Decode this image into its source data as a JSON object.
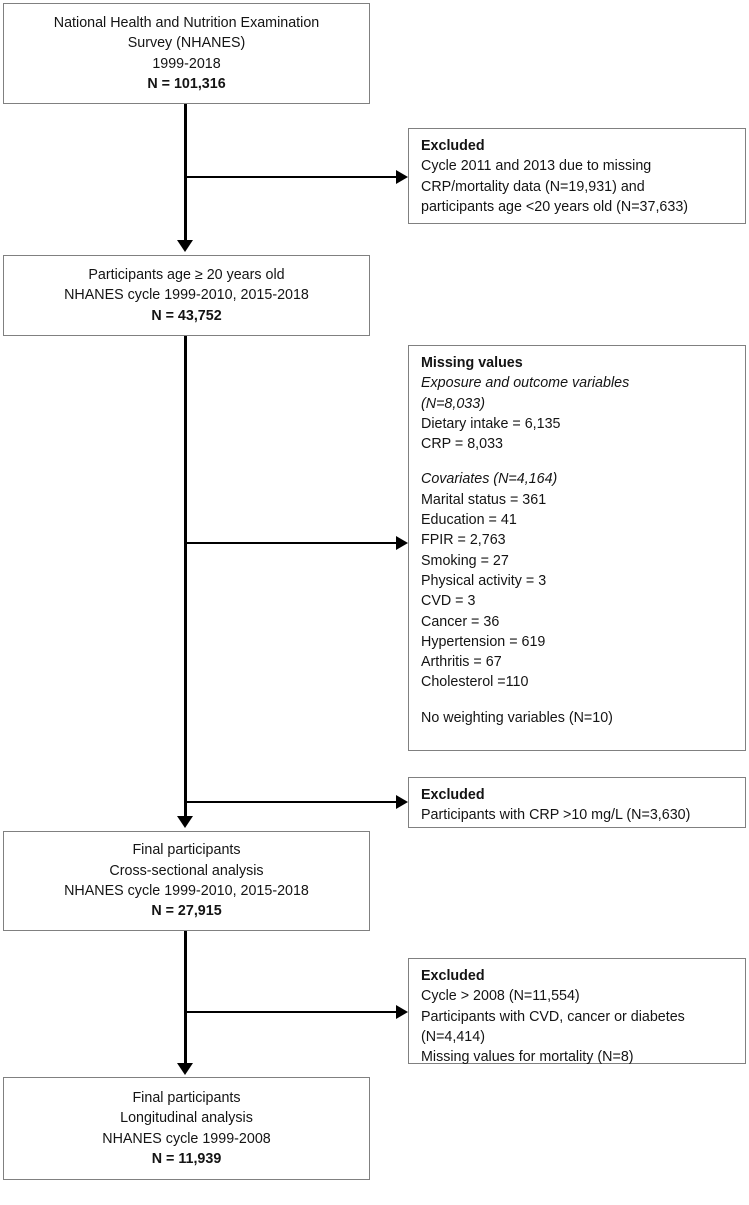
{
  "diagram": {
    "title": "NHANES participant selection flow diagram",
    "stroke_color": "#000000",
    "box_border_color": "#808080",
    "background_color": "#ffffff"
  },
  "boxes": {
    "source": {
      "line1": "National Health and Nutrition Examination",
      "line2": "Survey (NHANES)",
      "line3": "1999-2018",
      "line4": "N = 101,316"
    },
    "excluded_1": {
      "header": "Excluded",
      "line1": "Cycle 2011 and 2013 due to missing",
      "line2": "CRP/mortality data (N=19,931) and",
      "line3": "participants age <20 years old (N=37,633)"
    },
    "eligible": {
      "line1": "Participants age ≥ 20 years old",
      "line2": "NHANES cycle 1999-2010, 2015-2018",
      "line3": "N = 43,752"
    },
    "missing_values": {
      "header": "Missing values",
      "exposure_header_line1": "Exposure and outcome variables",
      "exposure_header_line2": "(N=8,033)",
      "exposure_items": [
        "Dietary intake = 6,135",
        "CRP = 8,033"
      ],
      "covariates_header": "Covariates (N=4,164)",
      "covariate_items": [
        "Marital status = 361",
        "Education = 41",
        "FPIR = 2,763",
        "Smoking = 27",
        "Physical activity = 3",
        "CVD = 3",
        "Cancer = 36",
        "Hypertension = 619",
        "Arthritis = 67",
        "Cholesterol =110"
      ],
      "footer": "No weighting variables (N=10)"
    },
    "excluded_2": {
      "header": "Excluded",
      "line1": "Participants with CRP >10 mg/L (N=3,630)"
    },
    "cross_sectional": {
      "line1": "Final participants",
      "line2": "Cross-sectional analysis",
      "line3": "NHANES cycle 1999-2010, 2015-2018",
      "line4": "N = 27,915"
    },
    "excluded_3": {
      "header": "Excluded",
      "line1": "Cycle > 2008 (N=11,554)",
      "line2": "Participants with CVD, cancer or diabetes",
      "line3": "(N=4,414)",
      "line4": "Missing values for mortality (N=8)"
    },
    "longitudinal": {
      "line1": "Final participants",
      "line2": "Longitudinal analysis",
      "line3": "NHANES cycle 1999-2008",
      "line4": "N = 11,939"
    }
  }
}
